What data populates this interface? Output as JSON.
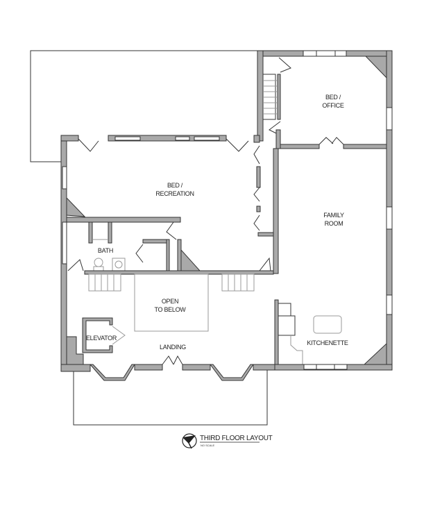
{
  "plan": {
    "title": "THIRD FLOOR LAYOUT",
    "subtitle": "NO SCALE",
    "rooms": [
      {
        "id": "bed-office",
        "line1": "BED /",
        "line2": "OFFICE"
      },
      {
        "id": "bed-recreation",
        "line1": "BED /",
        "line2": "RECREATION"
      },
      {
        "id": "family-room",
        "line1": "FAMILY",
        "line2": "ROOM"
      },
      {
        "id": "bath",
        "line1": "BATH"
      },
      {
        "id": "open-to-below",
        "line1": "OPEN",
        "line2": "TO BELOW"
      },
      {
        "id": "elevator",
        "line1": "ELEVATOR"
      },
      {
        "id": "landing",
        "line1": "LANDING"
      },
      {
        "id": "kitchenette",
        "line1": "KITCHENETTE"
      }
    ],
    "colors": {
      "wall_fill": "#a9a9a9",
      "line": "#333333",
      "background": "#ffffff"
    }
  }
}
